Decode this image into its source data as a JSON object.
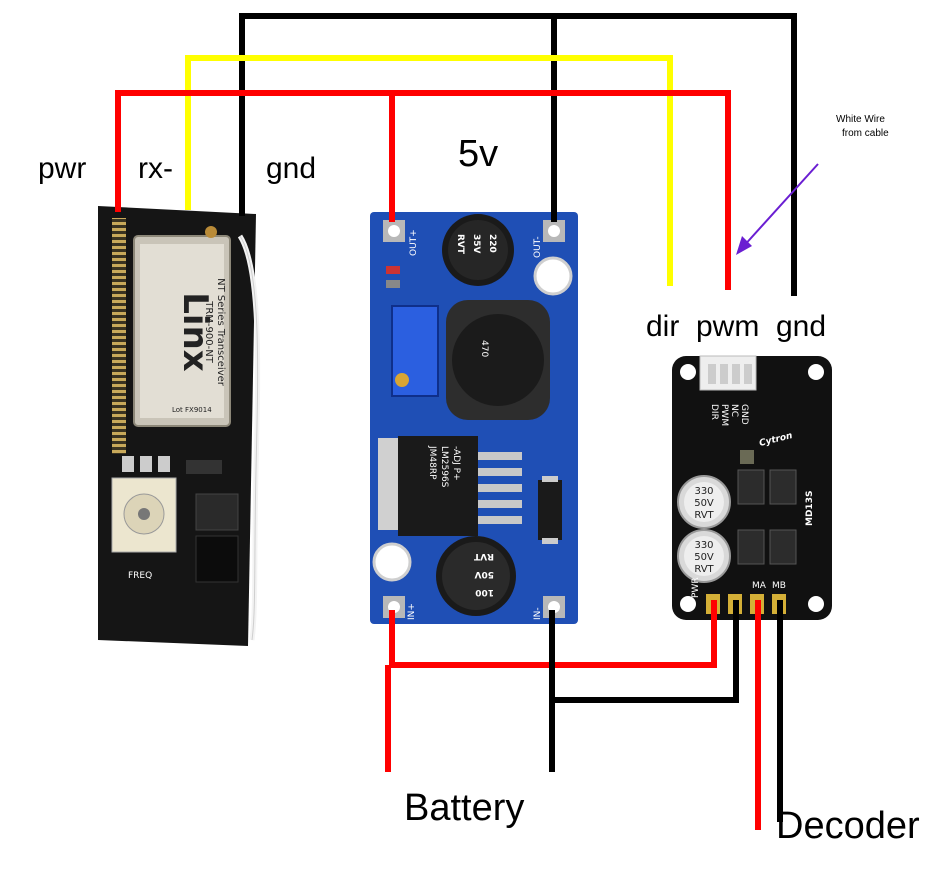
{
  "labels": {
    "pwr": "pwr",
    "rx": "rx-",
    "gnd_left": "gnd",
    "five_v": "5v",
    "dir": "dir",
    "pwm": "pwm",
    "gnd_right": "gnd",
    "battery": "Battery",
    "decoder": "Decoder",
    "white_wire_line1": "White Wire",
    "white_wire_line2": "from cable"
  },
  "transceiver": {
    "brand": "Linx",
    "line1": "NT Series Transceiver",
    "line2": "TRM-900-NT",
    "lot": "Lot FX9014",
    "freq": "FREQ"
  },
  "buck": {
    "out_plus": "OUT+",
    "out_minus": "OUT-",
    "in_plus": "IN+",
    "in_minus": "IN-",
    "cap_top": [
      "220",
      "35V",
      "RVT"
    ],
    "cap_bottom": [
      "100",
      "50V",
      "RVT"
    ],
    "inductor": "470",
    "chip": [
      "JM48RP",
      "LM2596S",
      "-ADJ P+"
    ]
  },
  "driver": {
    "model": "MD13S",
    "brand": "Cytron",
    "cap": [
      "330",
      "50V",
      "RVT"
    ],
    "pins": [
      "DIR",
      "PWM",
      "NC",
      "GND"
    ],
    "bottom": [
      "PWR",
      "MA",
      "MB"
    ]
  },
  "colors": {
    "red": "#ff0000",
    "black": "#000000",
    "yellow": "#ffff00",
    "arrow": "#6a1ed2",
    "buck_pcb": "#1f4fb5",
    "driver_pcb": "#111111",
    "linx_pcb": "#151515"
  }
}
